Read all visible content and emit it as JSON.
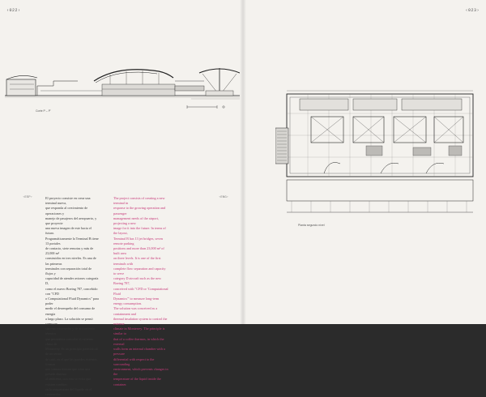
{
  "folios": {
    "left": "‹022›",
    "right": "‹023›"
  },
  "captions": {
    "section": "Corte P – P'",
    "plan": "Planta segundo nivel"
  },
  "tags": {
    "spanish": "‹ESP›",
    "english": "‹ENG›"
  },
  "spanish_lines": [
    "El proyecto consiste en crear una terminal nueva,",
    "que responda al crecimiento de operaciones y",
    "manejo de pasajeros del aeropuerto, y que proyecte",
    "una nueva imagen de este hacia el futuro.",
    "Programáticamente la Terminal B tiene 13 portales",
    "de contacto, siete remotas y más de 23,000 m²",
    "construidos en tres niveles. Es una de las primeras",
    "terminales con separación total de flujos y",
    "capacidad de atender aviones categoría D,",
    "como el nuevo Boeing 787, concebido con \"CFD",
    "o Computational Fluid Dynamics\" para poder",
    "medir el desempeño del consumo de energía",
    "a largo plazo. La solución se pensó como un",
    "sistema contenedor y de aislamiento térmico",
    "que permitiera controlar el extremo clima de",
    "Monterrey. Es un principio parecido al de un termo",
    "de café, en el que las paredes externas forman",
    "una cámara interna que tiene una presión distinta",
    "al ambiente, con esto se evita que existan cambios",
    "en la temperatura del líquido en el contenedor."
  ],
  "english_lines": [
    "The project consists of creating a new terminal in",
    "response to the growing operation and passenger",
    "management needs of the airport, projecting a new",
    "image for it into the future. In terms of the layout,",
    "Terminal B has 13 jet bridges, seven remote parking",
    "positions and more than 23,000 m² of built area",
    "on three levels. It is one of the first terminals with",
    "complete flow separation and capacity to serve",
    "category D aircraft such as the new Boeing 787,",
    "conceived with \"CFD or 'Computational Fluid",
    "Dynamics'\" to measure long-term energy consumption.",
    "The solution was conceived as a containment and",
    "thermal insulation system to control the extreme",
    "climate in Monterrey. The principle is similar to",
    "that of a coffee thermos, in which the external",
    "walls form an internal chamber with a pressure",
    "differential with respect to the surrounding",
    "environment, which prevents changes in the",
    "temperature of the liquid inside the container."
  ]
}
